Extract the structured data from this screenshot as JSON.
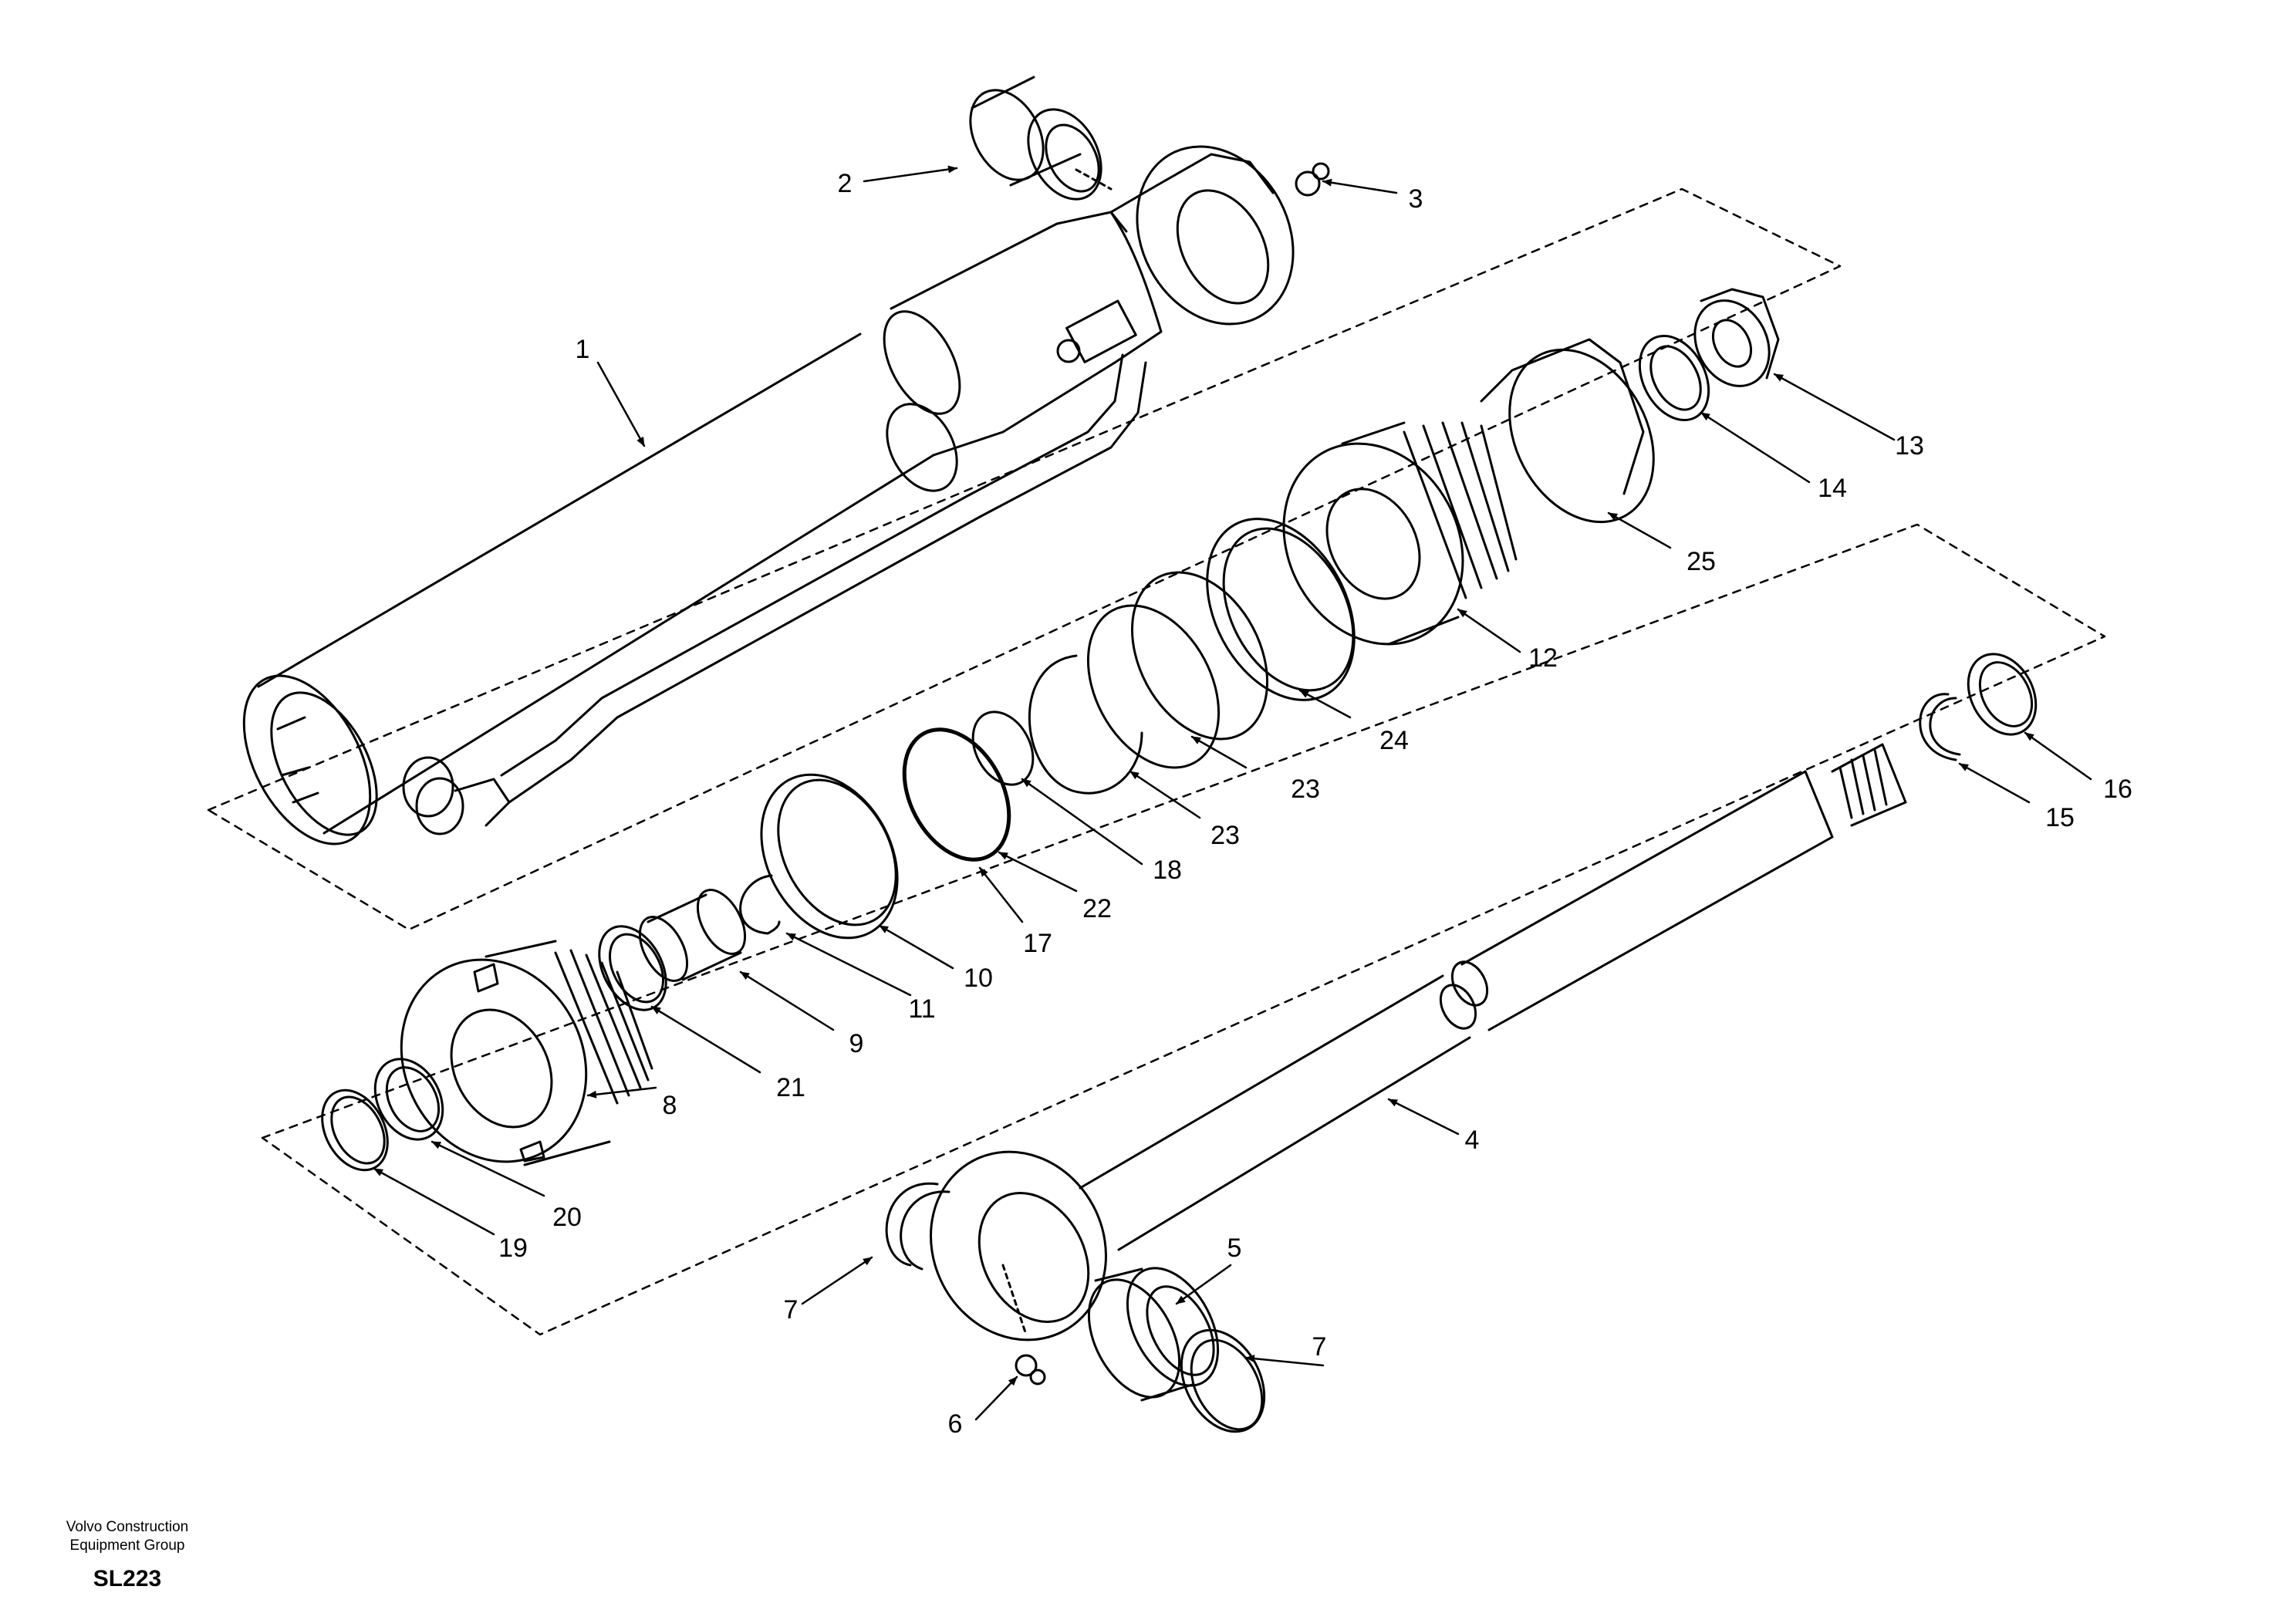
{
  "footer": {
    "company_line1": "Volvo Construction",
    "company_line2": "Equipment Group",
    "drawing_code": "SL223"
  },
  "callouts": {
    "c1": "1",
    "c2": "2",
    "c3": "3",
    "c4": "4",
    "c5": "5",
    "c6": "6",
    "c7a": "7",
    "c7b": "7",
    "c8": "8",
    "c9": "9",
    "c10": "10",
    "c11": "11",
    "c12": "12",
    "c13": "13",
    "c14": "14",
    "c15": "15",
    "c16": "16",
    "c17": "17",
    "c18": "18",
    "c19": "19",
    "c20": "20",
    "c21": "21",
    "c22": "22",
    "c23a": "23",
    "c23b": "23",
    "c24": "24",
    "c25": "25"
  }
}
